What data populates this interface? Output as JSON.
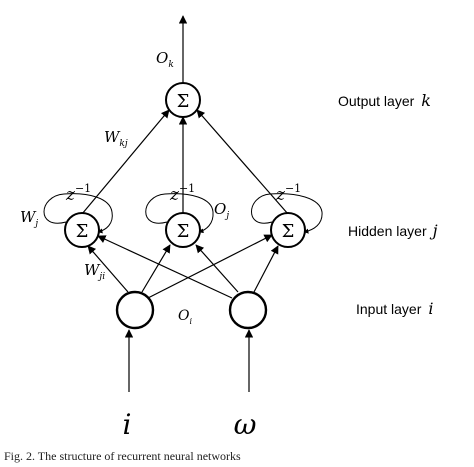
{
  "layers": {
    "output": {
      "label": "Output layer",
      "index": "k",
      "node_symbol": "Σ"
    },
    "hidden": {
      "label": "Hidden layer",
      "index": "j",
      "node_symbol": "Σ",
      "delay_label": "z",
      "delay_exp": "−1"
    },
    "input": {
      "label": "Input layer",
      "index": "i"
    }
  },
  "inputs": [
    "i",
    "ω"
  ],
  "weights": {
    "output_hidden": {
      "base": "W",
      "sub": "kj"
    },
    "recurrent": {
      "base": "W",
      "sub": "j"
    },
    "hidden_input": {
      "base": "W",
      "sub": "ji"
    }
  },
  "outputs": {
    "output": {
      "base": "O",
      "sub": "k"
    },
    "hidden": {
      "base": "O",
      "sub": "j"
    },
    "input": {
      "base": "O",
      "sub": "i"
    }
  },
  "caption": "Fig. 2. The structure of recurrent neural networks"
}
